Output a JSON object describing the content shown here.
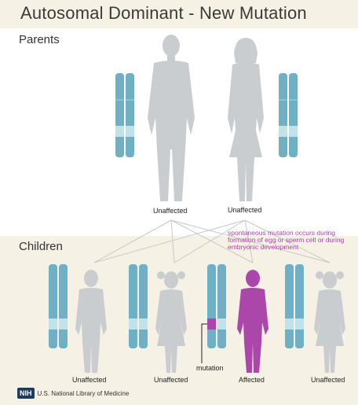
{
  "title": "Autosomal Dominant - New Mutation",
  "sections": {
    "parents": "Parents",
    "children": "Children"
  },
  "parents": [
    {
      "status": "Unaffected"
    },
    {
      "status": "Unaffected"
    }
  ],
  "children": [
    {
      "status": "Unaffected"
    },
    {
      "status": "Unaffected"
    },
    {
      "status": "Affected"
    },
    {
      "status": "Unaffected"
    }
  ],
  "annotation": "spontaneous mutation occurs during formation of egg or sperm cell or during embryonic development",
  "mutation_label": "mutation",
  "footer": {
    "logo": "NIH",
    "org": "U.S. National Library of Medicine"
  },
  "colors": {
    "figure": "#c9cdd0",
    "affected": "#ab46ab",
    "chromosome": "#6fb0c4",
    "band": "#c2e2ea",
    "background": "#f6f1e5"
  }
}
